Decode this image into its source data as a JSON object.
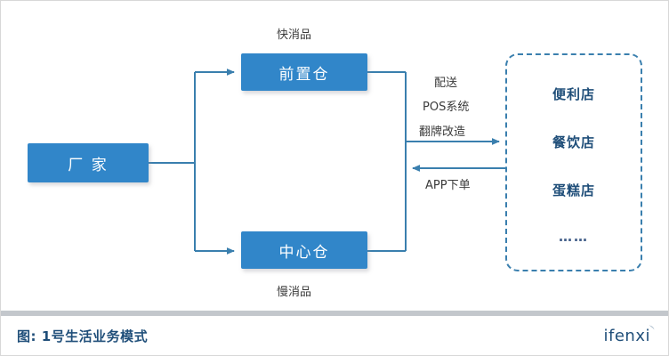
{
  "diagram": {
    "type": "flow-diagram",
    "title": "1号生活业务模式",
    "nodes": [
      {
        "id": "factory",
        "label": "厂 家"
      },
      {
        "id": "forward",
        "label": "前置仓"
      },
      {
        "id": "central",
        "label": "中心仓"
      }
    ],
    "stores_group": {
      "items": [
        "便利店",
        "餐饮店",
        "蛋糕店"
      ],
      "ellipsis": "……"
    },
    "edge_labels": {
      "fast_goods": "快消品",
      "slow_goods": "慢消品",
      "delivery": "配送",
      "pos_system": "POS系统",
      "rebrand": "翻牌改造",
      "app_order": "APP下单"
    },
    "colors": {
      "node_fill": "#3186c9",
      "node_text": "#ffffff",
      "connector": "#3a7fae",
      "dashed_border": "#3a7fae",
      "store_text": "#1f4e79",
      "annotation_text": "#3b3b3b",
      "divider": "#c3c7cc",
      "footer_text": "#1f4e79"
    }
  },
  "footer": {
    "caption": "图: 1号生活业务模式",
    "brand": "ifenxi"
  }
}
